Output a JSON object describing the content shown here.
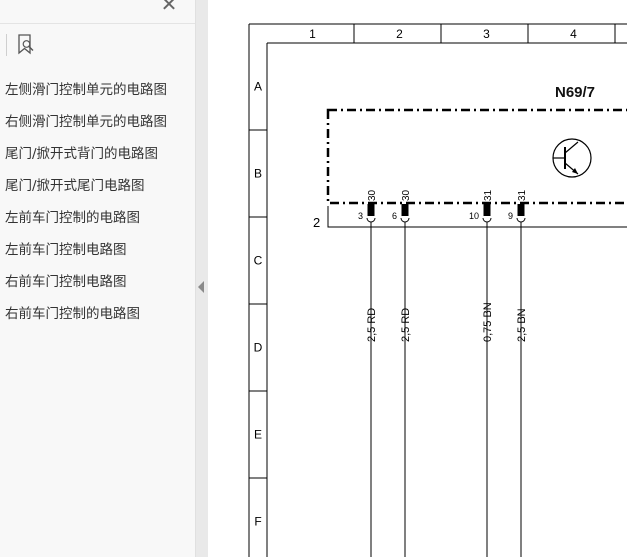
{
  "sidebar": {
    "close_glyph": "✕",
    "bookmarks": [
      "左侧滑门控制单元的电路图",
      "右侧滑门控制单元的电路图",
      "尾门/掀开式背门的电路图",
      "尾门/掀开式尾门电路图",
      "左前车门控制的电路图",
      "左前车门控制电路图",
      "右前车门控制电路图",
      "右前车门控制的电路图"
    ]
  },
  "diagram": {
    "column_numbers": [
      "1",
      "2",
      "3",
      "4"
    ],
    "row_letters": [
      "A",
      "B",
      "C",
      "D",
      "E",
      "F"
    ],
    "component": "N69/7",
    "connector_label": "2",
    "pins": [
      {
        "pin": "3",
        "terminal": "30",
        "wire": "2,5 RD"
      },
      {
        "pin": "6",
        "terminal": "30",
        "wire": "2,5 RD"
      },
      {
        "pin": "10",
        "terminal": "31",
        "wire": "0,75 BN"
      },
      {
        "pin": "9",
        "terminal": "31",
        "wire": "2,5 BN"
      }
    ]
  }
}
